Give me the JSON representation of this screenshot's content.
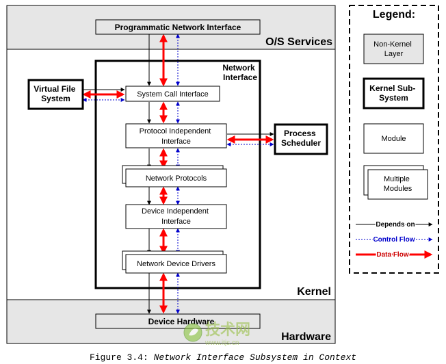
{
  "regions": {
    "os_services": "O/S Services",
    "kernel": "Kernel",
    "hardware": "Hardware"
  },
  "network_interface_label": [
    "Network",
    "Interface"
  ],
  "boxes": {
    "programmatic": "Programmatic Network Interface",
    "vfs": [
      "Virtual File",
      "System"
    ],
    "syscall": "System Call Interface",
    "protocol_indep": [
      "Protocol Independent",
      "Interface"
    ],
    "process_sched": [
      "Process",
      "Scheduler"
    ],
    "net_protocols": "Network Protocols",
    "device_indep": [
      "Device Independent",
      "Interface"
    ],
    "net_drivers": "Network Device Drivers",
    "device_hw": "Device Hardware"
  },
  "legend": {
    "title": "Legend:",
    "non_kernel": [
      "Non-Kernel",
      "Layer"
    ],
    "kernel_sub": [
      "Kernel Sub-",
      "System"
    ],
    "module": "Module",
    "multiple_modules": [
      "Multiple",
      "Modules"
    ],
    "depends_on": "Depends on",
    "control_flow": "Control Flow",
    "data_flow": "Data Flow"
  },
  "watermark": {
    "brand": "技术网",
    "url": "www.itjs.cn"
  },
  "caption": {
    "prefix": "Figure 3.4:",
    "title": "Network Interface Subsystem in Context"
  },
  "colors": {
    "layer_gray": "#e6e6e6",
    "depends": "#000000",
    "control": "#0000cc",
    "data": "#ff0000"
  }
}
